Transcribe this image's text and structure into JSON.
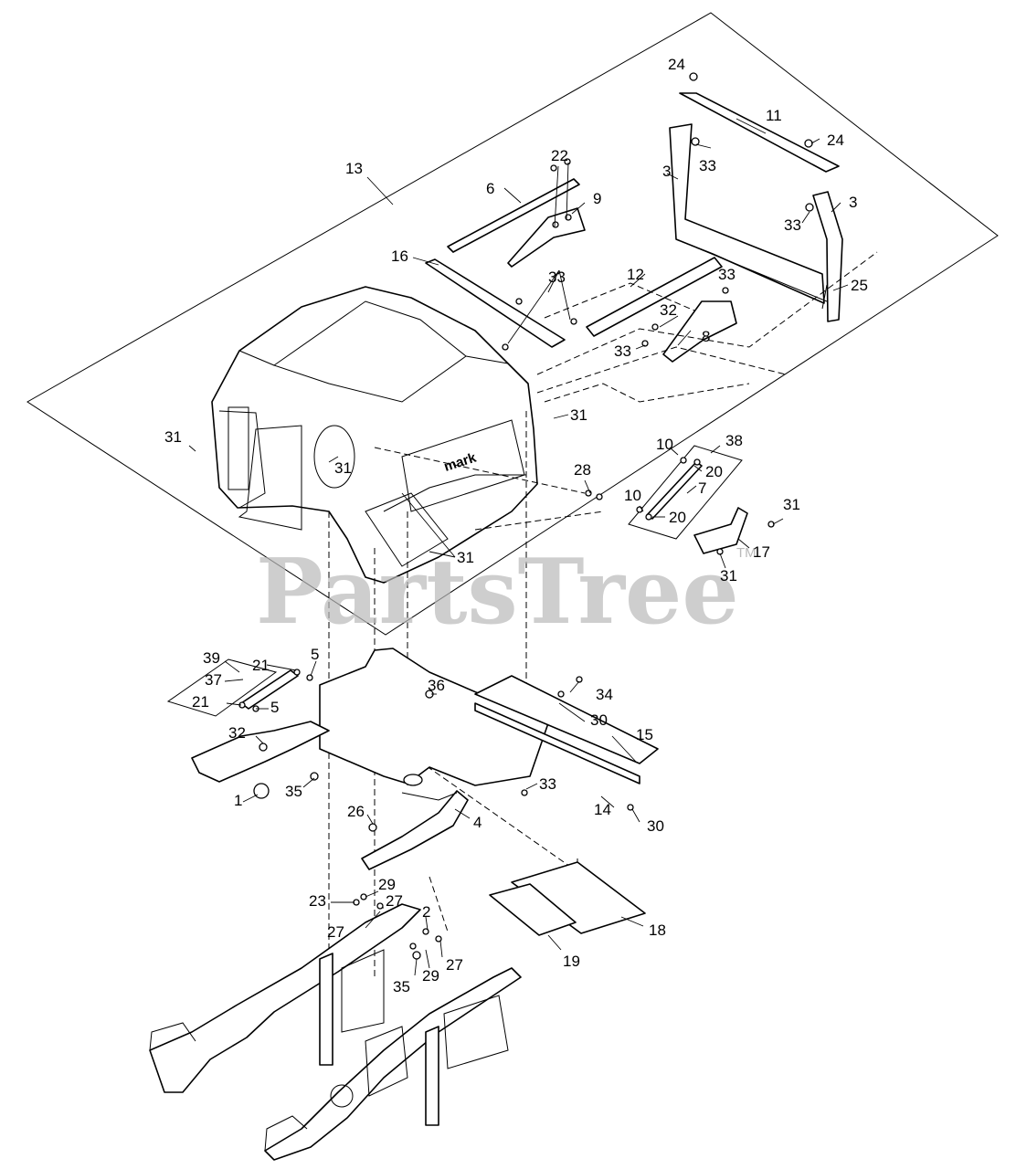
{
  "watermark": {
    "text": "PartsTree",
    "trademark": "TM"
  },
  "brand_mark": "mark",
  "callouts": [
    {
      "id": "c24a",
      "text": "24"
    },
    {
      "id": "c11",
      "text": "11"
    },
    {
      "id": "c24b",
      "text": "24"
    },
    {
      "id": "c22",
      "text": "22"
    },
    {
      "id": "c13",
      "text": "13"
    },
    {
      "id": "c3a",
      "text": "3"
    },
    {
      "id": "c33a",
      "text": "33"
    },
    {
      "id": "c6",
      "text": "6"
    },
    {
      "id": "c9",
      "text": "9"
    },
    {
      "id": "c3b",
      "text": "3"
    },
    {
      "id": "c33b",
      "text": "33"
    },
    {
      "id": "c16",
      "text": "16"
    },
    {
      "id": "c12",
      "text": "12"
    },
    {
      "id": "c33c",
      "text": "33"
    },
    {
      "id": "c33d",
      "text": "33"
    },
    {
      "id": "c25",
      "text": "25"
    },
    {
      "id": "c32a",
      "text": "32"
    },
    {
      "id": "c33e",
      "text": "33"
    },
    {
      "id": "c8",
      "text": "8"
    },
    {
      "id": "c31a",
      "text": "31"
    },
    {
      "id": "c31b",
      "text": "31"
    },
    {
      "id": "c31c",
      "text": "31"
    },
    {
      "id": "c10a",
      "text": "10"
    },
    {
      "id": "c38",
      "text": "38"
    },
    {
      "id": "c28",
      "text": "28"
    },
    {
      "id": "c20a",
      "text": "20"
    },
    {
      "id": "c7",
      "text": "7"
    },
    {
      "id": "c10b",
      "text": "10"
    },
    {
      "id": "c20b",
      "text": "20"
    },
    {
      "id": "c31d",
      "text": "31"
    },
    {
      "id": "c31e",
      "text": "31"
    },
    {
      "id": "c17",
      "text": "17"
    },
    {
      "id": "c31f",
      "text": "31"
    },
    {
      "id": "c39",
      "text": "39"
    },
    {
      "id": "c21a",
      "text": "21"
    },
    {
      "id": "c5a",
      "text": "5"
    },
    {
      "id": "c37",
      "text": "37"
    },
    {
      "id": "c36",
      "text": "36"
    },
    {
      "id": "c34",
      "text": "34"
    },
    {
      "id": "c21b",
      "text": "21"
    },
    {
      "id": "c5b",
      "text": "5"
    },
    {
      "id": "c30a",
      "text": "30"
    },
    {
      "id": "c32b",
      "text": "32"
    },
    {
      "id": "c15",
      "text": "15"
    },
    {
      "id": "c35a",
      "text": "35"
    },
    {
      "id": "c1",
      "text": "1"
    },
    {
      "id": "c33f",
      "text": "33"
    },
    {
      "id": "c26",
      "text": "26"
    },
    {
      "id": "c4",
      "text": "4"
    },
    {
      "id": "c14",
      "text": "14"
    },
    {
      "id": "c30b",
      "text": "30"
    },
    {
      "id": "c29a",
      "text": "29"
    },
    {
      "id": "c23",
      "text": "23"
    },
    {
      "id": "c27a",
      "text": "27"
    },
    {
      "id": "c2",
      "text": "2"
    },
    {
      "id": "c27b",
      "text": "27"
    },
    {
      "id": "c18",
      "text": "18"
    },
    {
      "id": "c27c",
      "text": "27"
    },
    {
      "id": "c35b",
      "text": "35"
    },
    {
      "id": "c29b",
      "text": "29"
    },
    {
      "id": "c19",
      "text": "19"
    }
  ]
}
